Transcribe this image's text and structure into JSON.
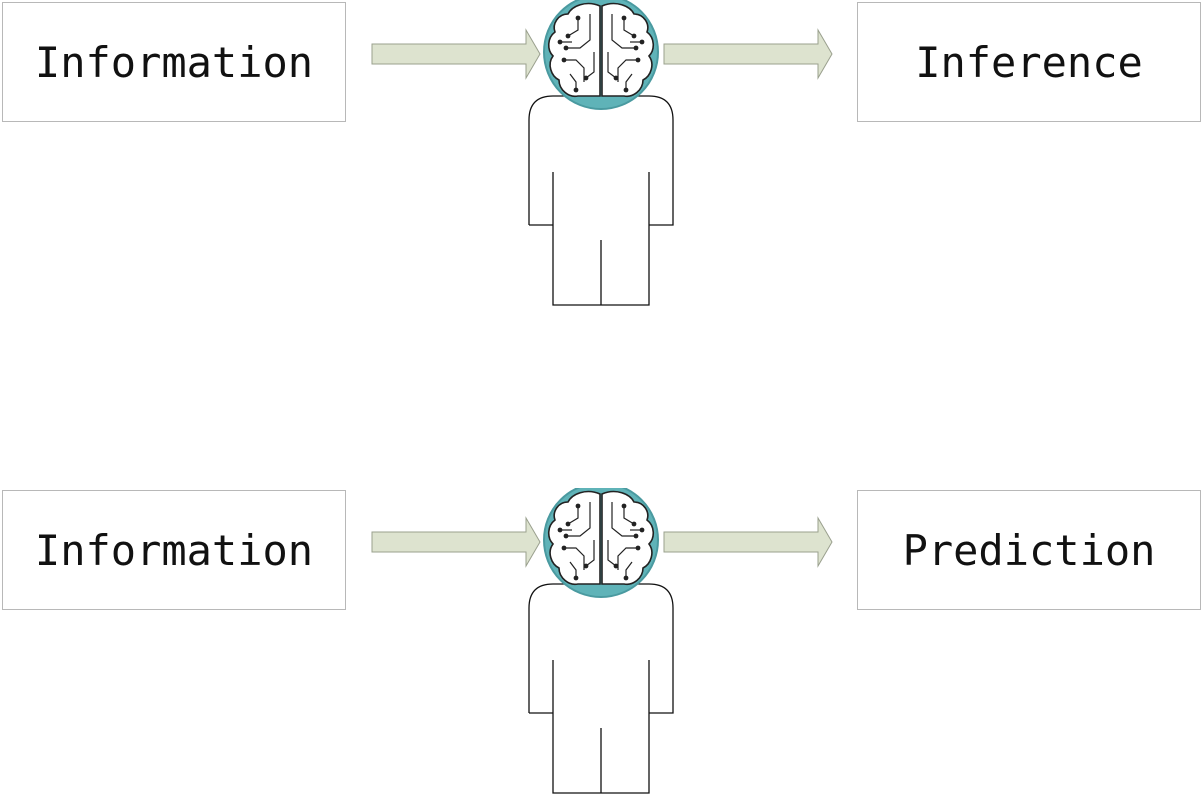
{
  "rows": [
    {
      "input_label": "Information",
      "output_label": "Inference"
    },
    {
      "input_label": "Information",
      "output_label": "Prediction"
    }
  ],
  "colors": {
    "arrow_fill": "#dde3cf",
    "arrow_stroke": "#9aa08e",
    "brain_circle": "#5fb3b8",
    "box_border": "#b8b8b8",
    "outline": "#111111"
  },
  "icons": {
    "brain": "circuit-brain-icon",
    "person": "person-silhouette-icon",
    "arrow": "right-arrow-icon"
  }
}
